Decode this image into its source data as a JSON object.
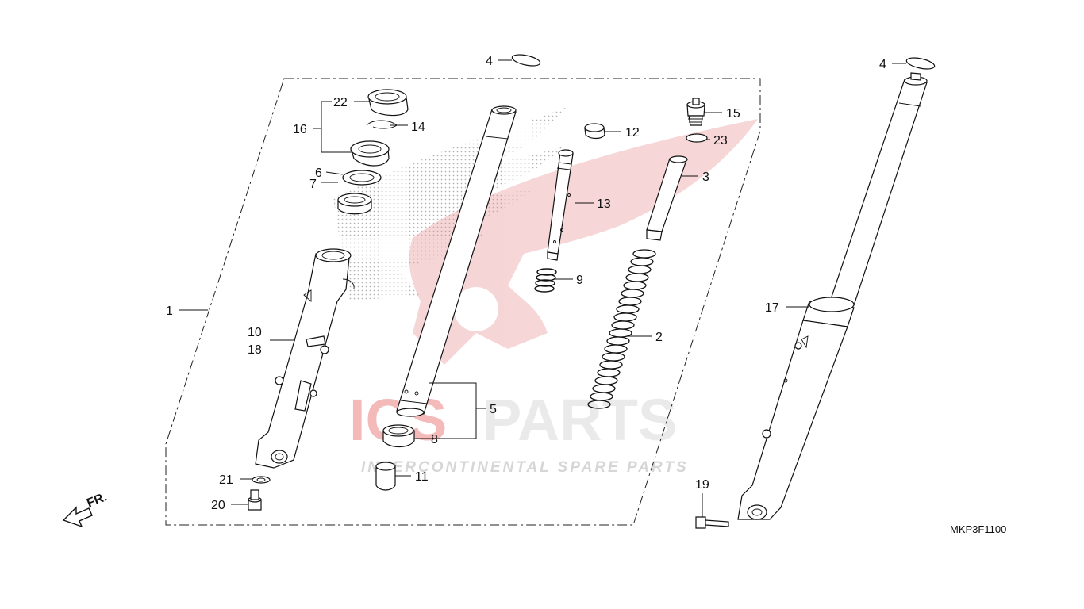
{
  "watermark": {
    "brand_prefix": "ICS",
    "brand_suffix": "PARTS",
    "tagline": "INTERCONTINENTAL SPARE PARTS",
    "prefix_color": "#f3b3b3",
    "suffix_color": "#e6e6e6"
  },
  "diagram_code": "MKP3F1100",
  "direction_label": "FR.",
  "callouts": {
    "c1": "1",
    "c2": "2",
    "c3": "3",
    "c4a": "4",
    "c4b": "4",
    "c5": "5",
    "c6": "6",
    "c7": "7",
    "c8": "8",
    "c9": "9",
    "c10": "10",
    "c18": "18",
    "c11": "11",
    "c12": "12",
    "c13": "13",
    "c14": "14",
    "c15": "15",
    "c16": "16",
    "c17": "17",
    "c19": "19",
    "c20": "20",
    "c21": "21",
    "c22": "22",
    "c23": "23"
  },
  "icons": {
    "arrow": "front-direction-arrow-icon"
  }
}
